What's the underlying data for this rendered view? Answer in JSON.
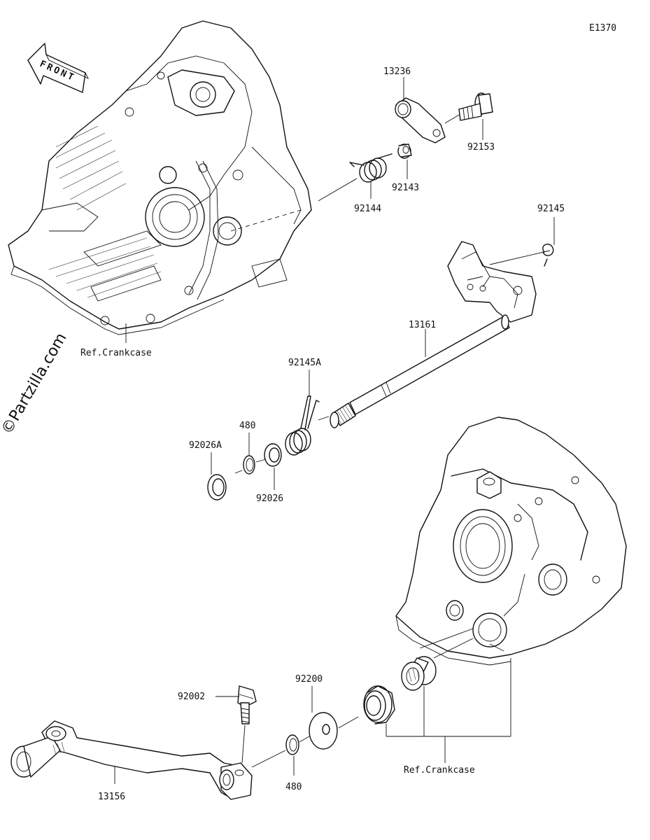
{
  "diagram_id": "E1370",
  "watermark": "©Partzilla.com",
  "front_arrow": "FRONT",
  "callouts": {
    "p13236": "13236",
    "p92153": "92153",
    "p92143": "92143",
    "p92144": "92144",
    "p92145": "92145",
    "p13161": "13161",
    "p92145A": "92145A",
    "p480a": "480",
    "p92026A": "92026A",
    "p92026": "92026",
    "p92200": "92200",
    "p92002": "92002",
    "p13156": "13156",
    "p480b": "480"
  },
  "refs": {
    "crankcase_left": "Ref.Crankcase",
    "crankcase_right": "Ref.Crankcase"
  }
}
